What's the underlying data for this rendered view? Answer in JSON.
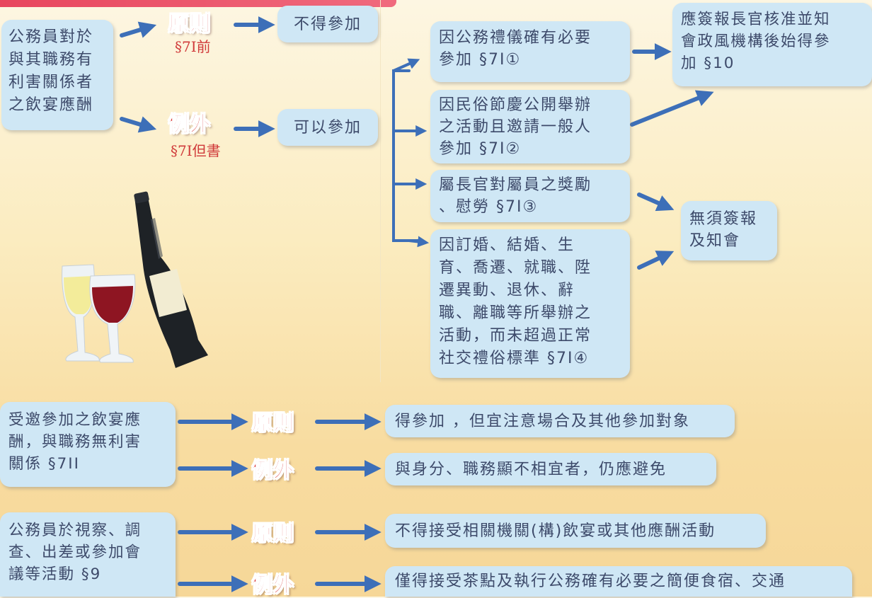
{
  "colors": {
    "box_bg": "#cfe7f5",
    "box_text": "#3d4a6a",
    "arrow": "#3d6fb8",
    "badge_red": "#d52a2a",
    "top_bar": "#e8465e"
  },
  "icons": [
    "wine-glasses-illustration",
    "wine-bottle-illustration",
    "arrow-right-icon"
  ],
  "section1": {
    "subject": "公務員對於\n與其職務有\n利害關係者\n之飲宴應酬",
    "principle": {
      "badge": "原則",
      "ref": "§7I前",
      "result": "不得參加"
    },
    "exception": {
      "badge": "例外",
      "ref": "§7I但書",
      "result": "可以參加"
    },
    "cases": [
      "因公務禮儀確有必要\n參加 §7I①",
      "因民俗節慶公開舉辦\n之活動且邀請一般人\n參加 §7I②",
      "屬長官對屬員之獎勵\n、慰勞 §7I③",
      "因訂婚、結婚、生\n育、喬遷、就職、陞\n遷異動、退休、辭\n職、離職等所舉辦之\n活動，而未超過正常\n社交禮俗標準 §7I④"
    ],
    "report_required": "應簽報長官核准並知\n會政風機構後始得參\n加 §10",
    "no_report": "無須簽報\n及知會"
  },
  "section2": {
    "subject": "受邀參加之飲宴應\n酬，與職務無利害\n關係 §7II",
    "principle": {
      "badge": "原則",
      "result": "得參加 ，但宜注意場合及其他參加對象"
    },
    "exception": {
      "badge": "例外",
      "result": "與身分、職務顯不相宜者，仍應避免"
    }
  },
  "section3": {
    "subject": "公務員於視察、調\n查、出差或參加會\n議等活動 §9",
    "principle": {
      "badge": "原則",
      "result": "不得接受相關機關(構)飲宴或其他應酬活動"
    },
    "exception": {
      "badge": "例外",
      "result": "僅得接受茶點及執行公務確有必要之簡便食宿、交通"
    }
  }
}
